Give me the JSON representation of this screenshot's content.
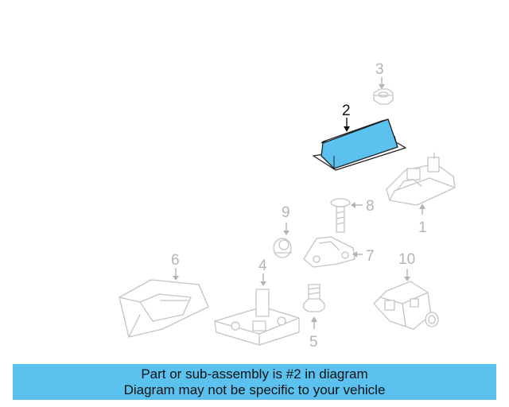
{
  "diagram": {
    "callouts": [
      "1",
      "2",
      "3",
      "4",
      "5",
      "6",
      "7",
      "8",
      "9",
      "10"
    ],
    "highlighted_callout": "2",
    "highlight_color": "#5bc2f0",
    "parts": [
      {
        "callout": "1",
        "icon": "lamp-housing"
      },
      {
        "callout": "2",
        "icon": "lamp-assembly-highlighted"
      },
      {
        "callout": "3",
        "icon": "nut"
      },
      {
        "callout": "4",
        "icon": "bracket"
      },
      {
        "callout": "5",
        "icon": "bolt"
      },
      {
        "callout": "6",
        "icon": "trim-cover"
      },
      {
        "callout": "7",
        "icon": "plate-bracket"
      },
      {
        "callout": "8",
        "icon": "screw"
      },
      {
        "callout": "9",
        "icon": "grommet"
      },
      {
        "callout": "10",
        "icon": "camera-unit"
      }
    ]
  },
  "banner": {
    "line1": "Part or sub-assembly is #2 in diagram",
    "line2": "Diagram may not be specific to your vehicle",
    "color": "#5bc2f0"
  }
}
